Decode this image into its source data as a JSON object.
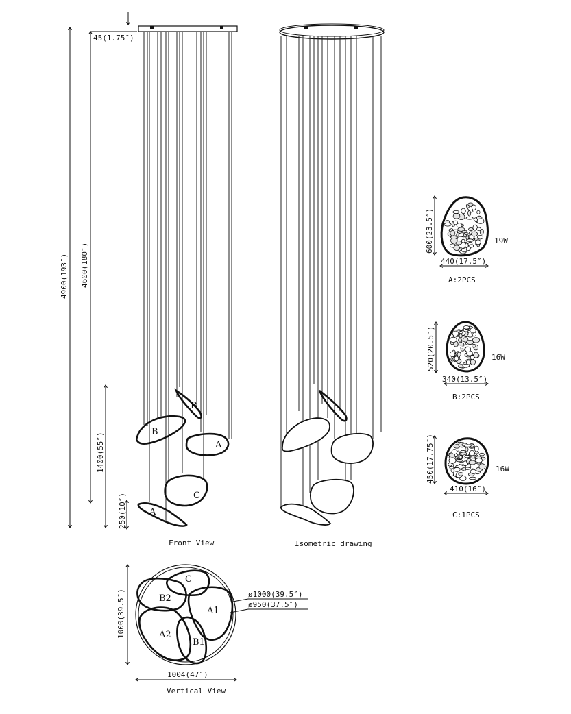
{
  "front_view": {
    "caption": "Front View",
    "dim_total": "4900(193″)",
    "dim_cable": "4600(180″)",
    "dim_canopy": "45(1.75″)",
    "dim_cluster": "1400(55″)",
    "dim_bottom": "250(10″)",
    "labels": {
      "a": "A",
      "b": "B",
      "c": "C",
      "d": "B"
    }
  },
  "isometric_view": {
    "caption": "Isometric drawing"
  },
  "vertical_view": {
    "caption": "Vertical View",
    "dim_outer": "ø1000(39.5″)",
    "dim_inner": "ø950(37.5″)",
    "dim_height": "1000(39.5″)",
    "dim_width": "1004(47″)",
    "labels": {
      "a1": "A1",
      "a2": "A2",
      "b1": "B1",
      "b2": "B2",
      "c": "C"
    }
  },
  "modules": [
    {
      "height_label": "600(23.5″)",
      "width_label": "440(17.5″)",
      "power": "19W",
      "qty": "A:2PCS"
    },
    {
      "height_label": "520(20.5″)",
      "width_label": "340(13.5″)",
      "power": "16W",
      "qty": "B:2PCS"
    },
    {
      "height_label": "450(17.75″)",
      "width_label": "410(16″)",
      "power": "16W",
      "qty": "C:1PCS"
    }
  ]
}
